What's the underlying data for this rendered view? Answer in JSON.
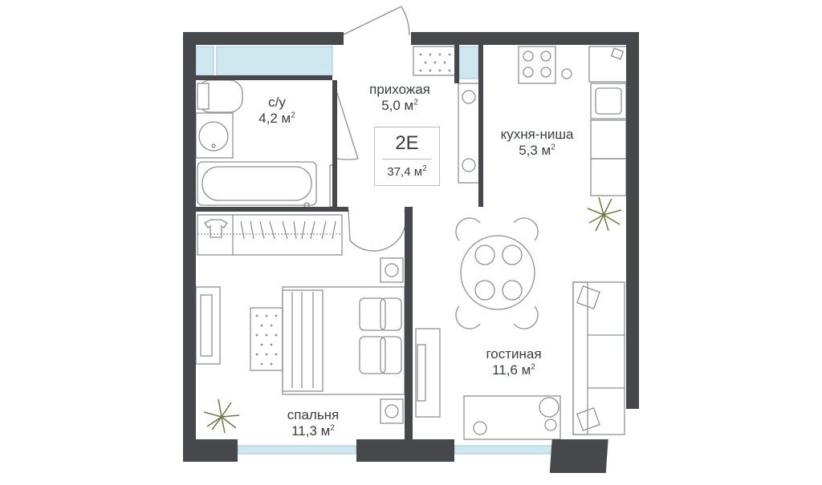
{
  "apartment": {
    "code": "2E",
    "total_area": "37,4 м",
    "unit_sup": "2"
  },
  "rooms": [
    {
      "id": "bathroom",
      "name": "с/у",
      "area": "4,2 м"
    },
    {
      "id": "hallway",
      "name": "прихожая",
      "area": "5,0 м"
    },
    {
      "id": "kitchen",
      "name": "кухня-ниша",
      "area": "5,3 м"
    },
    {
      "id": "living",
      "name": "гостиная",
      "area": "11,6 м"
    },
    {
      "id": "bedroom",
      "name": "спальня",
      "area": "11,3 м"
    }
  ],
  "colors": {
    "wall": "#46484c",
    "furniture_line": "#8d9096",
    "window": "#cfe8f0",
    "plant": "#6b7a3e",
    "text": "#3a3d42"
  }
}
